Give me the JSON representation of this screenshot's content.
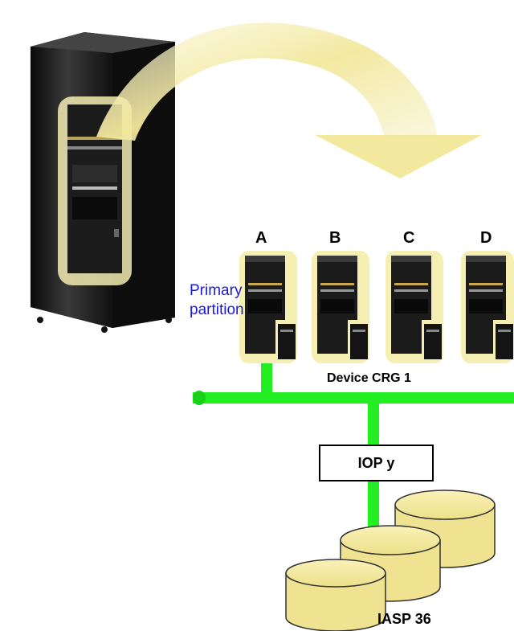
{
  "nodes": [
    {
      "letter": "A"
    },
    {
      "letter": "B"
    },
    {
      "letter": "C"
    },
    {
      "letter": "D"
    }
  ],
  "primary_partition": {
    "line1": "Primary",
    "line2": "partition"
  },
  "device_crg_label": "Device CRG 1",
  "iop_label": "IOP y",
  "iasp_label": "IASP 36",
  "colors": {
    "network": "#22ee22",
    "disk": "#f2e69a",
    "arrow": "#f3eb9e",
    "server": "#1a1a1a",
    "glow": "#f5efb0",
    "primary_text": "#1a1ad6"
  },
  "icons": [
    "server-tower-icon",
    "partition-server-icon",
    "disk-unit-icon",
    "curved-arrow-icon"
  ]
}
